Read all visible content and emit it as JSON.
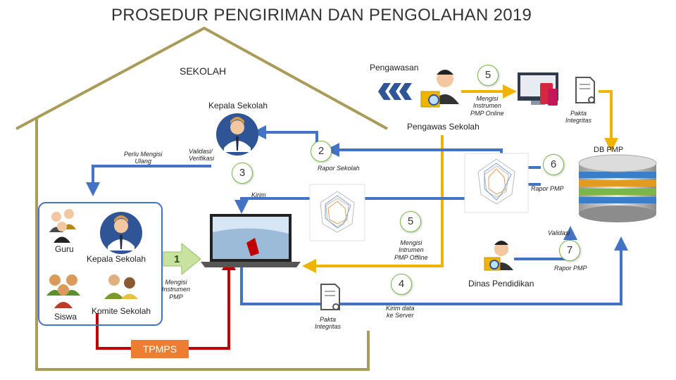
{
  "title": "PROSEDUR PENGIRIMAN DAN PENGOLAHAN 2019",
  "labels": {
    "sekolah": "SEKOLAH",
    "pengawasan": "Pengawasan",
    "kepala_sekolah_top": "Kepala Sekolah",
    "pengawas_sekolah": "Pengawas Sekolah",
    "perlu_mengisi_ulang": "Perlu Mengisi\nUlang",
    "validasi_verifikasi": "Validasi/\nVerifikasi",
    "rapor_sekolah": "Rapor Sekolah",
    "kirim": "Kirim",
    "mengisi_online": "Mengisi\nInstrumen\nPMP Online",
    "pakta_integritas_top": "Pakta\nIntegritas",
    "db_pmp": "DB PMP",
    "rapor_pmp_1": "Rapor PMP",
    "validasi": "Validasi",
    "rapor_pmp_2": "Rapor PMP",
    "guru": "Guru",
    "kepala_sekolah_left": "Kepala Sekolah",
    "siswa": "Siswa",
    "komite_sekolah": "Komite Sekolah",
    "mengisi_left": "Mengisi\nInstrumen\nPMP",
    "mengisi_offline": "Mengisi\nIntrumen\nPMP Offline",
    "pakta_integritas_bottom": "Pakta\nIntegritas",
    "kirim_data": "Kirim data\nke Server",
    "dinas_pendidikan": "Dinas Pendidikan",
    "tpmps": "TPMPS"
  },
  "steps": {
    "s1": "1",
    "s2": "2",
    "s3": "3",
    "s4": "4",
    "s5_top": "5",
    "s5_mid": "5",
    "s6": "6",
    "s7": "7"
  },
  "colors": {
    "house_outline": "#a99b58",
    "arrow_blue": "#4472c4",
    "arrow_yellow": "#f0b400",
    "arrow_red": "#c00000",
    "tpmps_box": "#ed7d31",
    "step_circle_border": "#7ab648"
  }
}
